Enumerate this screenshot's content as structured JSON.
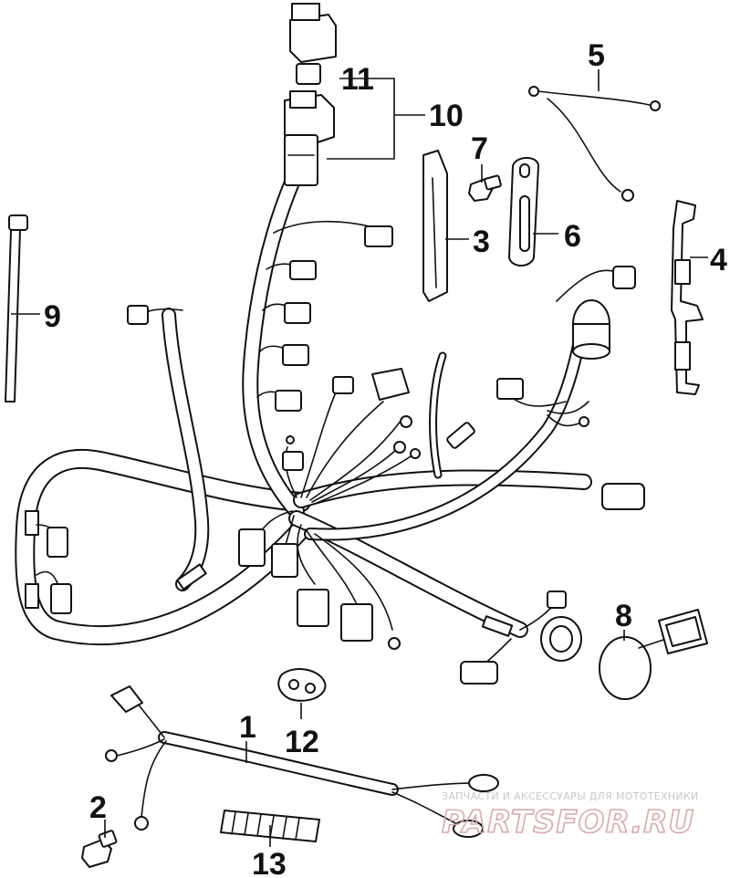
{
  "callouts": [
    {
      "id": "1",
      "text": "1"
    },
    {
      "id": "2",
      "text": "2"
    },
    {
      "id": "3",
      "text": "3"
    },
    {
      "id": "4",
      "text": "4"
    },
    {
      "id": "5",
      "text": "5"
    },
    {
      "id": "6",
      "text": "6"
    },
    {
      "id": "7",
      "text": "7"
    },
    {
      "id": "8",
      "text": "8"
    },
    {
      "id": "9",
      "text": "9"
    },
    {
      "id": "10",
      "text": "10"
    },
    {
      "id": "11",
      "text": "11"
    },
    {
      "id": "12",
      "text": "12"
    },
    {
      "id": "13",
      "text": "13"
    }
  ],
  "watermark": {
    "tagline": "ЗАПЧАСТИ И АКСЕССУАРЫ ДЛЯ МОТОТЕХНИКИ",
    "logo": "PARTSFOR.RU",
    "logo_color": "#d9a9a9",
    "tagline_color": "#c8c8c8"
  },
  "colors": {
    "ink": "#111111",
    "background": "#ffffff"
  }
}
